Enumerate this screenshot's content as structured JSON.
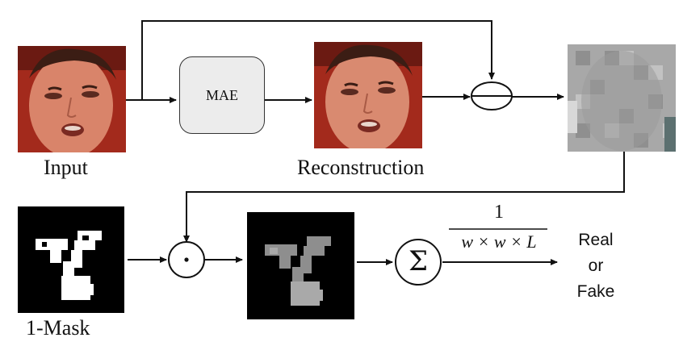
{
  "labels": {
    "input": "Input",
    "reconstruction": "Reconstruction",
    "mask": "1-Mask",
    "mae": "MAE"
  },
  "formula": {
    "numerator": "1",
    "denominator": "w × w × L"
  },
  "output": {
    "line1": "Real",
    "line2": "or",
    "line3": "Fake"
  },
  "symbols": {
    "sum": "Σ",
    "subtract": "minus",
    "multiply": "dot"
  },
  "colors": {
    "face_skin": "#d9846a",
    "face_bg": "#a32a1c",
    "mae_fill": "#ececec",
    "mask_bg": "#000000",
    "mask_fg": "#ffffff",
    "residual_gray": "#9a9a9a"
  }
}
